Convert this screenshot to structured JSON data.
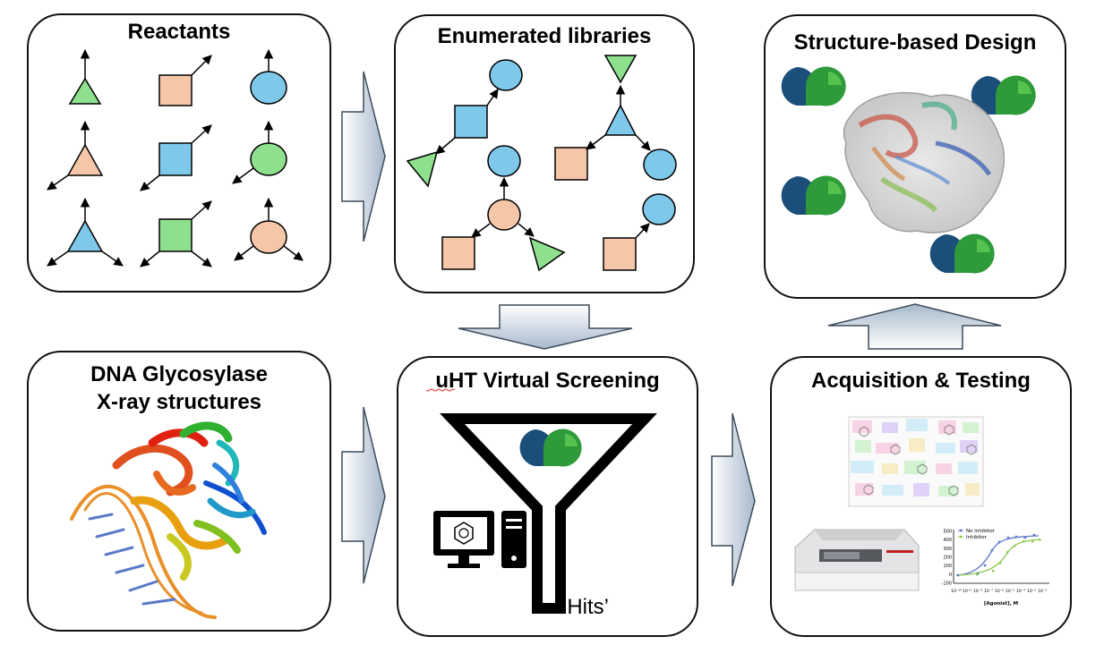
{
  "panels": {
    "reactants": {
      "title": "Reactants"
    },
    "libraries": {
      "title": "Enumerated libraries"
    },
    "design": {
      "title": "Structure-based Design"
    },
    "glycosylase": {
      "title_line1": "DNA Glycosylase",
      "title_line2": "X-ray structures"
    },
    "screening": {
      "title": "uHT Virtual Screening",
      "hits_label": "‘Hits’"
    },
    "acquisition": {
      "title": "Acquisition & Testing"
    }
  },
  "dose_response": {
    "legend": [
      "No inhibitor",
      "Inhibitor"
    ],
    "xlabel": "[Agonist], M",
    "yticks": [
      "500",
      "400",
      "300",
      "200",
      "100",
      "0",
      "-100"
    ]
  },
  "colors": {
    "green_shape": "#8ee08e",
    "peach_shape": "#f5c6a8",
    "blue_shape": "#7ec8ea",
    "logo_navy": "#1b4f7a",
    "logo_green": "#2e9a3a",
    "arrow_fill": "#c9d6e3"
  }
}
